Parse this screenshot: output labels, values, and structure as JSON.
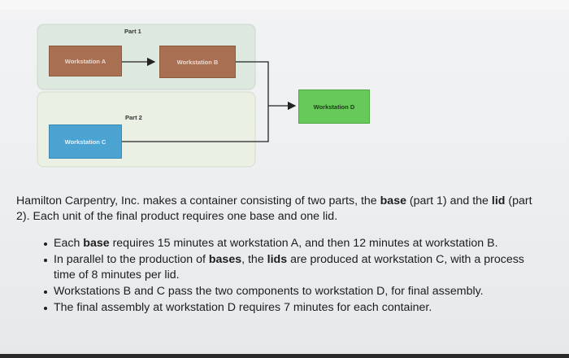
{
  "diagram": {
    "part1_label": "Part 1",
    "part2_label": "Part 2",
    "workstation_a": "Workstation A",
    "workstation_b": "Workstation B",
    "workstation_c": "Workstation C",
    "workstation_d": "Workstation D"
  },
  "intro": {
    "t1": "Hamilton Carpentry, Inc. makes a container consisting of two parts, the ",
    "b1": "base",
    "t2": " (part 1) and the ",
    "b2": "lid",
    "t3": " (part 2). Each unit of the final product requires one base and one lid."
  },
  "bullets": [
    {
      "t1": "Each ",
      "b1": "base",
      "t2": " requires 15 minutes at workstation A, and then 12 minutes at workstation B."
    },
    {
      "t1": "In parallel to the production of ",
      "b1": "bases",
      "t2": ", the ",
      "b2": "lids",
      "t3": " are produced at workstation C, with a process time of 8 minutes per lid."
    },
    {
      "t1": "Workstations B and C pass the two components to workstation D, for final assembly."
    },
    {
      "t1": "The final assembly at workstation D requires 7 minutes for each container."
    }
  ],
  "colors": {
    "part1_bg": "#dde8df",
    "part2_bg": "#eaf0e4",
    "station_ab": "#a86f52",
    "station_c": "#4ba3d1",
    "station_d": "#67c95a"
  }
}
